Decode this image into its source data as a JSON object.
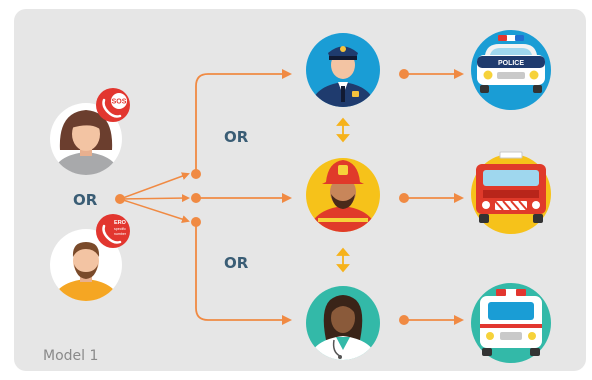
{
  "labels": {
    "or_caller": "OR",
    "or_top": "OR",
    "or_bottom": "OR",
    "model": "Model 1"
  },
  "badges": {
    "sos": "SOS",
    "ero_line1": "ERO",
    "ero_line2": "specific",
    "ero_line3": "number"
  },
  "vehicles": {
    "police_text": "POLICE"
  },
  "colors": {
    "connector": "#f08a43",
    "badge_red": "#e2362f",
    "police_bg": "#1a9dd5",
    "fire_bg": "#f6c21a",
    "medical_bg": "#33b9a8",
    "text_dark": "#3a5d75"
  }
}
